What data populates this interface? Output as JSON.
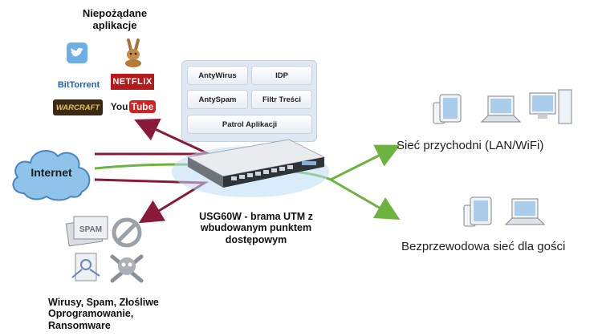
{
  "unwanted_apps": {
    "title": "Niepożądane aplikacje",
    "apps": [
      {
        "name": "twitter-icon"
      },
      {
        "name": "rabbit-icon"
      },
      {
        "name": "BitTorrent"
      },
      {
        "name": "NETFLIX"
      },
      {
        "name": "WARCRAFT"
      },
      {
        "name": "YouTube",
        "you": "You",
        "tube": "Tube"
      }
    ]
  },
  "internet": {
    "label": "Internet"
  },
  "features": [
    "AntyWirus",
    "IDP",
    "AntySpam",
    "Filtr Treści",
    "Patrol Aplikacji"
  ],
  "device": {
    "caption": "USG60W - brama UTM z wbudowanym punktem dostępowym"
  },
  "threats": {
    "caption": "Wirusy, Spam, Złośliwe Oprogramowanie, Ransomware",
    "spam_label": "SPAM"
  },
  "networks": [
    {
      "label": "Sieć przychodni (LAN/WiFi)"
    },
    {
      "label": "Bezprzewodowa sieć dla gości"
    }
  ],
  "colors": {
    "block_arrow": "#8b1a3a",
    "allow_arrow": "#6db33f",
    "cloud": "#8fc3ea",
    "device_blue": "#7fb2dd"
  }
}
